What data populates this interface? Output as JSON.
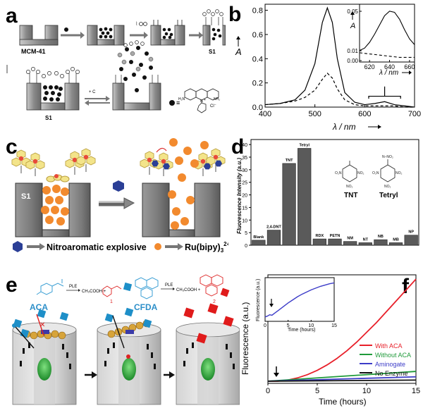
{
  "figure": {
    "panel_labels": [
      "a",
      "b",
      "c",
      "d",
      "e",
      "f"
    ]
  },
  "panel_a": {
    "mcm_label": "MCM-41",
    "s1_label": "S1",
    "s1_label_bottom": "S1",
    "plus_label": "+ C",
    "dye_legend": "≡",
    "dye_charge": "Cl⁻",
    "dye_nh2_left": "H₂N",
    "dye_nh2_right": "NH₂",
    "dye_n": "N",
    "dye_plus": "+"
  },
  "panel_b": {
    "y_axis_label": "A",
    "x_axis_label": "λ / nm",
    "inset_y_label": "A",
    "inset_x_label": "λ / nm",
    "chart_data": {
      "type": "line",
      "x_range": [
        400,
        700
      ],
      "y_range": [
        0,
        0.85
      ],
      "x_ticks": [
        "400",
        "500",
        "600",
        "700"
      ],
      "y_ticks": [
        "0.0",
        "0.2",
        "0.4",
        "0.6",
        "0.8"
      ],
      "series": [
        {
          "style": "solid",
          "x": [
            400,
            430,
            460,
            480,
            500,
            515,
            525,
            535,
            545,
            560,
            580,
            600,
            620,
            640,
            660,
            680,
            700
          ],
          "y": [
            0.02,
            0.03,
            0.06,
            0.14,
            0.36,
            0.7,
            0.82,
            0.7,
            0.4,
            0.12,
            0.04,
            0.02,
            0.03,
            0.045,
            0.02,
            0.01,
            0.0
          ]
        },
        {
          "style": "dashed",
          "x": [
            400,
            430,
            460,
            480,
            500,
            515,
            525,
            535,
            545,
            560,
            580,
            600,
            620,
            640,
            660,
            680,
            700
          ],
          "y": [
            0.02,
            0.03,
            0.05,
            0.08,
            0.14,
            0.23,
            0.28,
            0.24,
            0.15,
            0.06,
            0.02,
            0.01,
            0.01,
            0.01,
            0.01,
            0.0,
            0.0
          ]
        }
      ],
      "inset": {
        "x_range": [
          610,
          665
        ],
        "y_range": [
          0.0,
          0.05
        ],
        "x_ticks": [
          "620",
          "640",
          "660"
        ],
        "y_ticks": [
          "0.00",
          "0.01",
          "0.05"
        ],
        "series": [
          {
            "style": "solid",
            "x": [
              610,
              615,
              620,
              625,
              630,
              635,
              640,
              645,
              650,
              655,
              660,
              665
            ],
            "y": [
              0.01,
              0.012,
              0.017,
              0.024,
              0.032,
              0.04,
              0.044,
              0.043,
              0.037,
              0.028,
              0.02,
              0.015
            ]
          },
          {
            "style": "dashed",
            "x": [
              610,
              620,
              630,
              640,
              650,
              660,
              665
            ],
            "y": [
              0.008,
              0.007,
              0.006,
              0.005,
              0.004,
              0.004,
              0.004
            ]
          }
        ]
      }
    }
  },
  "panel_c": {
    "s1_label": "S1",
    "legend_explosive": "Nitroaromatic explosive",
    "legend_dye": "Ru(bipy)",
    "legend_dye_sub": "3",
    "legend_dye_sup": "2+",
    "colors": {
      "dye": "#f28a2e",
      "explosive": "#2b3f96",
      "cap": "#f3e48a"
    }
  },
  "panel_d": {
    "y_axis_label": "Fluorescence Intensity (a.u.)",
    "tnt_label": "TNT",
    "tetryl_label": "Tetryl",
    "chart_data": {
      "type": "bar",
      "categories": [
        "Blank",
        "2,4-DNT",
        "TNT",
        "Tetryl",
        "RDX",
        "PETN",
        "NM",
        "NT",
        "NB",
        "MB",
        "NP"
      ],
      "values": [
        2,
        6,
        32.5,
        38.5,
        2.5,
        2.5,
        1.5,
        1,
        2.2,
        1,
        4
      ],
      "ylim": [
        0,
        42
      ],
      "y_ticks": [
        "0",
        "5",
        "10",
        "15",
        "20",
        "25",
        "30",
        "35",
        "40"
      ]
    }
  },
  "panel_e": {
    "aca_label": "ACA",
    "cfda_label": "CFDA",
    "ple_label_1": "PLE",
    "ple_label_2": "PLE",
    "product_1": "CH₃COOH +",
    "product_2": "CH₃COOH +",
    "num_1": "1",
    "num_2": "2"
  },
  "panel_f": {
    "y_axis_label": "Fluorescence (a.u.)",
    "x_axis_label": "Time (hours)",
    "inset_y_label": "Fluorescence (a.u.)",
    "inset_x_label": "Time (hours)",
    "chart_data": {
      "type": "line",
      "x_range": [
        0,
        15
      ],
      "y_range": [
        0,
        1
      ],
      "x_ticks": [
        "0",
        "5",
        "10",
        "15"
      ],
      "series": [
        {
          "name": "With ACA",
          "color": "#e8202a",
          "x": [
            0,
            1,
            2,
            3,
            4,
            5,
            6,
            7,
            8,
            9,
            10,
            11,
            12,
            13,
            14,
            15
          ],
          "y": [
            0.02,
            0.02,
            0.03,
            0.05,
            0.08,
            0.12,
            0.17,
            0.23,
            0.3,
            0.38,
            0.47,
            0.56,
            0.66,
            0.76,
            0.86,
            0.96
          ]
        },
        {
          "name": "Without ACA",
          "color": "#1f9a3a",
          "x": [
            0,
            15
          ],
          "y": [
            0.02,
            0.11
          ]
        },
        {
          "name": "Aminogate",
          "color": "#3c3cc8",
          "x": [
            0,
            15
          ],
          "y": [
            0.02,
            0.06
          ]
        },
        {
          "name": "No Enzyme",
          "color": "#111111",
          "x": [
            0,
            15
          ],
          "y": [
            0.02,
            0.03
          ]
        }
      ],
      "inset": {
        "x_range": [
          0,
          15
        ],
        "x_ticks": [
          "0",
          "5",
          "10",
          "15"
        ],
        "series": [
          {
            "color": "#3c3cc8",
            "x": [
              0,
              0.5,
              1,
              1.5,
              2,
              3,
              4,
              5,
              6,
              7,
              8,
              9,
              10,
              11,
              12,
              13,
              14,
              15
            ],
            "y": [
              0.1,
              0.12,
              0.15,
              0.14,
              0.18,
              0.26,
              0.34,
              0.42,
              0.49,
              0.56,
              0.62,
              0.67,
              0.72,
              0.76,
              0.8,
              0.83,
              0.86,
              0.88
            ]
          }
        ]
      }
    }
  }
}
